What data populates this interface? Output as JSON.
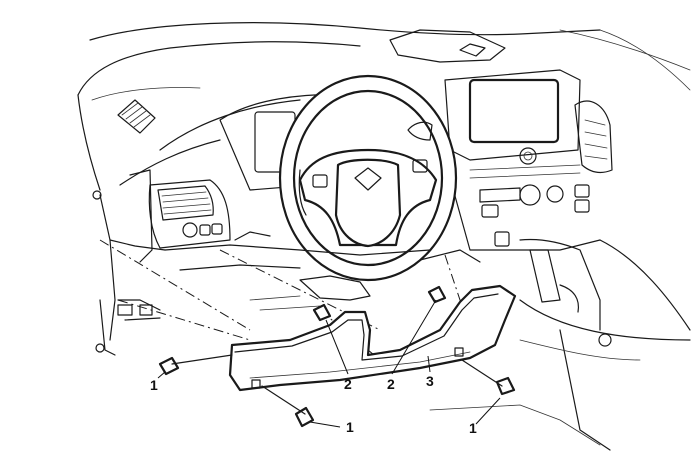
{
  "callouts": {
    "c1_left": "1",
    "c1_bottom": "1",
    "c1_right": "1",
    "c2_left": "2",
    "c2_right": "2",
    "c3": "3"
  },
  "colors": {
    "line": "#1a1a1a",
    "background": "#ffffff"
  }
}
